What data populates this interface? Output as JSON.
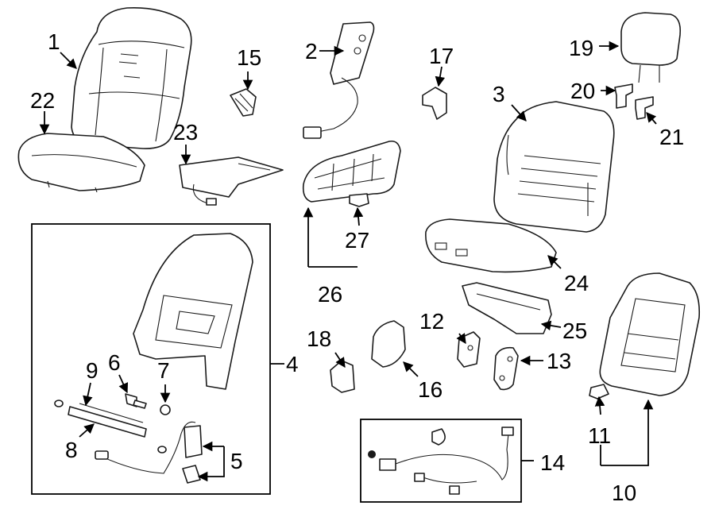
{
  "callouts": {
    "c1": "1",
    "c2": "2",
    "c3": "3",
    "c4": "4",
    "c5": "5",
    "c6": "6",
    "c7": "7",
    "c8": "8",
    "c9": "9",
    "c10": "10",
    "c11": "11",
    "c12": "12",
    "c13": "13",
    "c14": "14",
    "c15": "15",
    "c16": "16",
    "c17": "17",
    "c18": "18",
    "c19": "19",
    "c20": "20",
    "c21": "21",
    "c22": "22",
    "c23": "23",
    "c24": "24",
    "c25": "25",
    "c26": "26",
    "c27": "27"
  },
  "colors": {
    "line": "#000000",
    "background": "#ffffff"
  }
}
